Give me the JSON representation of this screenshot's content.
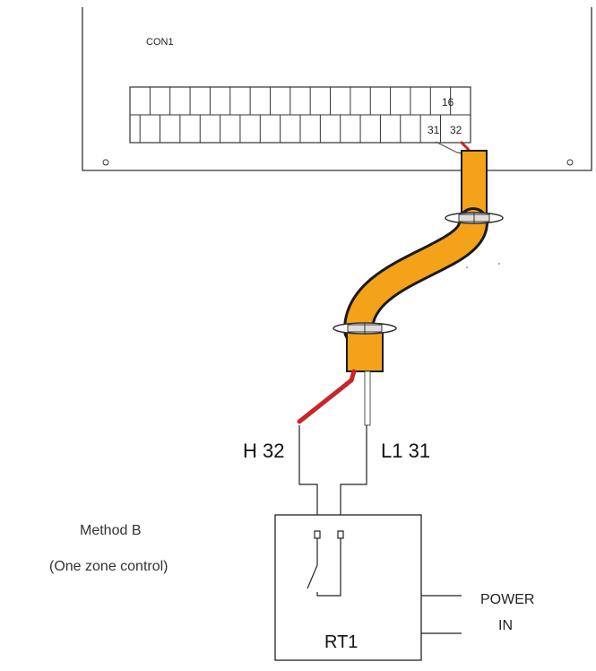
{
  "controller": {
    "label": "CON1",
    "terminal_16": "16",
    "terminal_31": "31",
    "terminal_32": "32"
  },
  "wires": {
    "h_label": "H 32",
    "l_label": "L1 31",
    "red_color": "#c8262a",
    "white_color": "#ffffff"
  },
  "cable": {
    "color": "#f4a21a",
    "outline_color": "#1a1a1a"
  },
  "note": {
    "method": "Method B",
    "description": "(One zone control)"
  },
  "thermostat": {
    "label": "RT1",
    "power_line1": "POWER",
    "power_line2": "IN"
  }
}
